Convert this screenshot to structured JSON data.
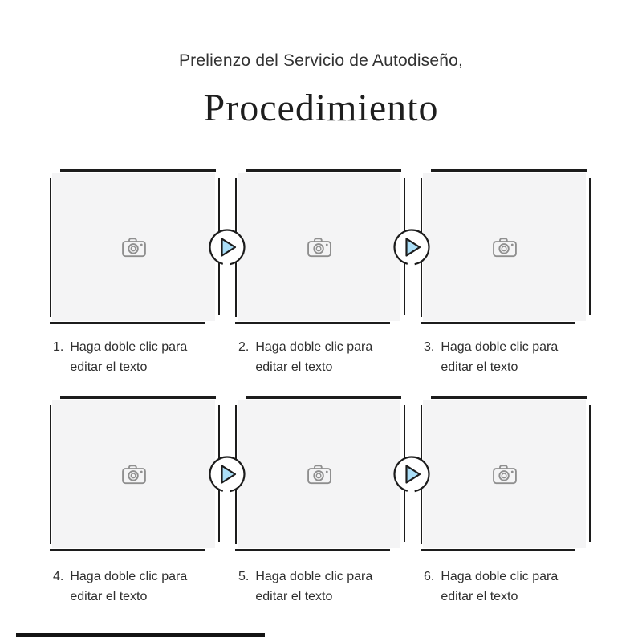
{
  "header": {
    "subtitle": "Prelienzo del Servicio de Autodiseño,",
    "title": "Procedimiento"
  },
  "steps": [
    {
      "number_label": "1.",
      "caption": "Haga doble clic para editar el texto"
    },
    {
      "number_label": "2.",
      "caption": "Haga doble clic para editar el texto"
    },
    {
      "number_label": "3.",
      "caption": "Haga doble clic para editar el texto"
    },
    {
      "number_label": "4.",
      "caption": "Haga doble clic para editar el texto"
    },
    {
      "number_label": "5.",
      "caption": "Haga doble clic para editar el texto"
    },
    {
      "number_label": "6.",
      "caption": "Haga doble clic para editar el texto"
    }
  ],
  "placeholders": {
    "icon": "camera-icon",
    "count": 6
  },
  "connectors": {
    "icon": "play-icon",
    "count": 4
  },
  "colors": {
    "background": "#ffffff",
    "box_fill": "#f4f4f5",
    "frame_line": "#1c1c1c",
    "play_triangle_fill": "#abdff8",
    "camera_icon": "#8f8f8f",
    "caption_text": "#2f2f2f",
    "title_text": "#1e1e1e"
  }
}
